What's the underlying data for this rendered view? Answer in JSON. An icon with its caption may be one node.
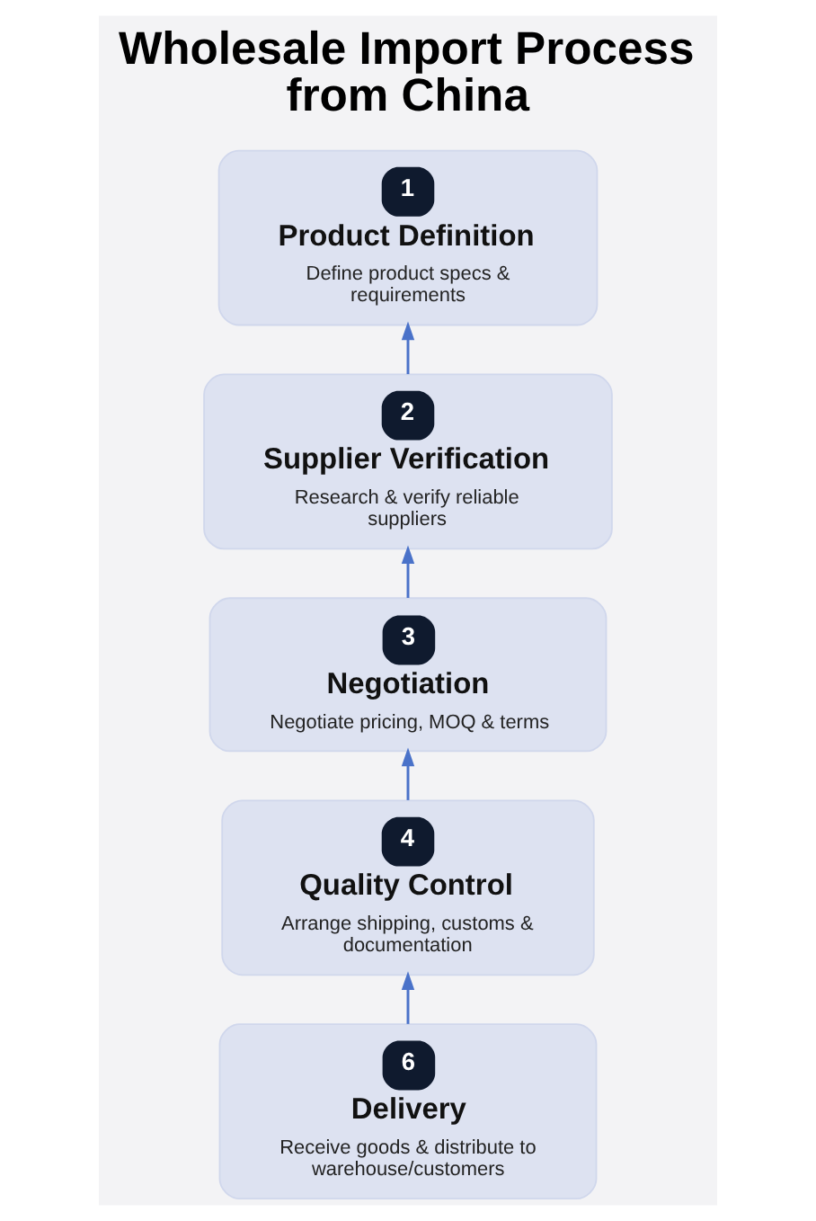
{
  "diagram": {
    "title": "Wholesale Import Process from China",
    "nodes": [
      {
        "text": [
          "1",
          "Product Definition",
          "Define product specs & requirements"
        ]
      },
      {
        "text": [
          "2",
          "Supplier Verification",
          "Research & verify reliable suppliers"
        ]
      },
      {
        "text": [
          "3",
          "Negotiation",
          "Negotiate pricing, MOQ & terms"
        ]
      },
      {
        "text": [
          "4",
          "Quality Control",
          "Arrange shipping, customs & documentation"
        ]
      },
      {
        "text": [
          "6",
          "Delivery",
          "Receive goods & distribute to warehouse/customers"
        ]
      }
    ],
    "edges": [
      {
        "from": 1,
        "to": 0,
        "arrow": "to"
      },
      {
        "from": 2,
        "to": 1,
        "arrow": "to"
      },
      {
        "from": 3,
        "to": 2,
        "arrow": "to"
      },
      {
        "from": 4,
        "to": 3,
        "arrow": "to"
      }
    ]
  }
}
